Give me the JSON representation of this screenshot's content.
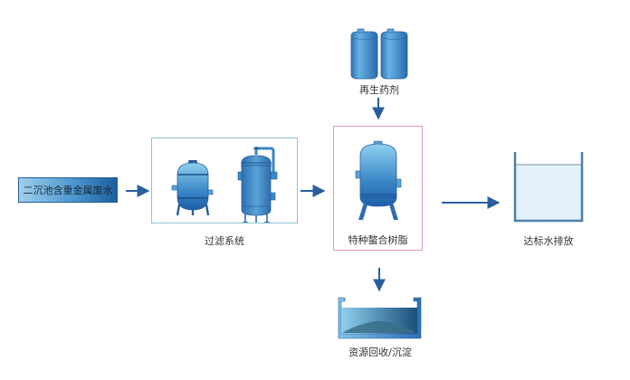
{
  "diagram": {
    "title": "重金属废水处理工艺流程",
    "nodes": {
      "source": {
        "label": "二沉池含重金属废水"
      },
      "filter": {
        "label": "过滤系统"
      },
      "regenerant": {
        "label": "再生药剂"
      },
      "resin": {
        "label": "特种螯合树脂"
      },
      "discharge": {
        "label": "达标水排放"
      },
      "recovery": {
        "label": "资源回收/沉淀"
      }
    },
    "edges": [
      {
        "from": "source",
        "to": "filter"
      },
      {
        "from": "filter",
        "to": "resin"
      },
      {
        "from": "regenerant",
        "to": "resin"
      },
      {
        "from": "resin",
        "to": "discharge"
      },
      {
        "from": "resin",
        "to": "recovery"
      }
    ],
    "colors": {
      "arrow": "#2a5f9e",
      "filter_border": "#8fc3d6",
      "resin_border": "#e89aa4",
      "tank_blue": "#3a86c8",
      "water": "#e3f1fb"
    }
  }
}
